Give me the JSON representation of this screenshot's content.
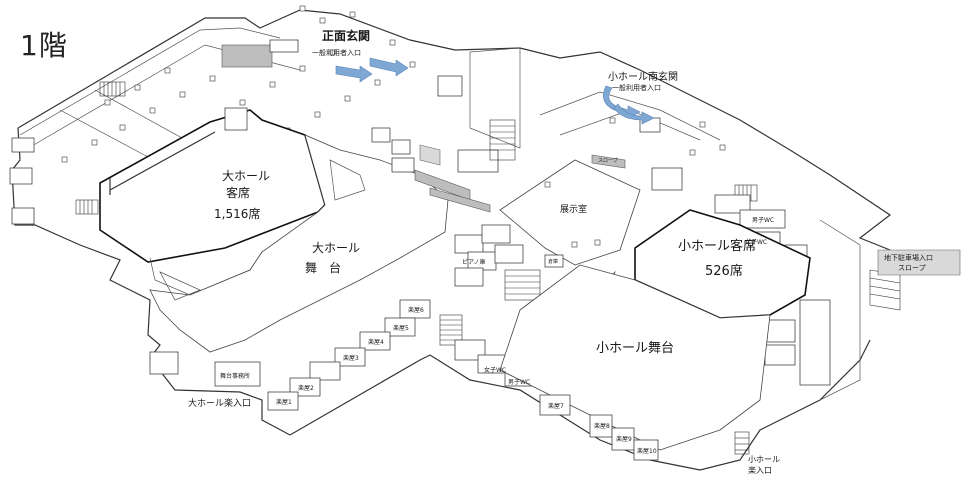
{
  "floor": {
    "title": "1階"
  },
  "labels": {
    "main_entrance": "正面玄関",
    "main_entrance_sub": "一般利用者入口",
    "small_hall_south_entrance": "小ホール南玄関",
    "small_hall_south_entrance_sub": "一般利用者入口",
    "large_hall_seats": "大ホール\n客席\n1,516席",
    "large_hall_stage": "大ホール\n舞　台",
    "small_hall_seats": "小ホール客席\n526席",
    "small_hall_stage": "小ホール舞台",
    "exhibition_room": "展示室",
    "large_hall_backstage_entrance": "大ホール楽入口",
    "small_hall_backstage_entrance": "小ホール\n楽入口",
    "underground_parking_slope": "地下駐車場入口\nスロープ",
    "mens_wc": "男子WC",
    "womens_wc": "女子WC",
    "piano_room": "ピアノ庫",
    "dressing_room_1": "楽屋1",
    "dressing_room_2": "楽屋2",
    "dressing_room_3": "楽屋3",
    "dressing_room_4": "楽屋4",
    "dressing_room_5": "楽屋5",
    "dressing_room_6": "楽屋6",
    "dressing_room_7": "楽屋7",
    "dressing_room_8": "楽屋8",
    "dressing_room_9": "楽屋9",
    "dressing_room_10": "楽屋10",
    "slope": "スロープ",
    "stage_office": "舞台事務所",
    "warehouse": "倉庫"
  },
  "colors": {
    "accent_arrow": "#7fa7d3",
    "gray_fill": "#bdbdbd"
  }
}
